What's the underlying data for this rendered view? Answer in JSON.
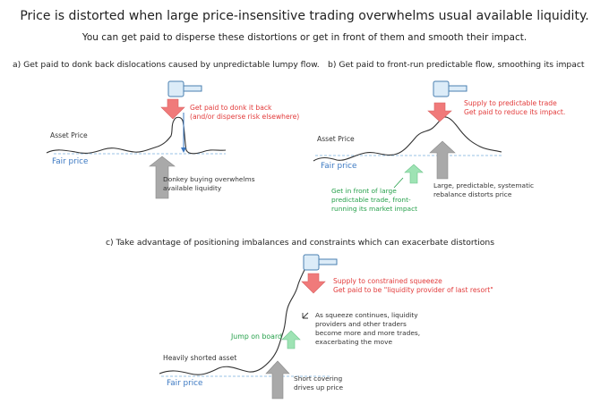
{
  "title": "Price is distorted when large price-insensitive trading overwhelms usual available liquidity.",
  "subtitle": "You can get paid to disperse these distortions or get in front of them and smooth their impact.",
  "panel_a": {
    "heading": "a)  Get paid to donk back dislocations caused by unpredictable lumpy flow.",
    "asset_price": "Asset Price",
    "fair_price": "Fair price",
    "red_note": [
      "Get paid to donk it back",
      "(and/or disperse risk elsewhere)"
    ],
    "gray_note": [
      "Donkey buying overwhelms",
      "available liquidity"
    ]
  },
  "panel_b": {
    "heading": "b)  Get paid to front-run predictable flow, smoothing its impact",
    "asset_price": "Asset Price",
    "fair_price": "Fair price",
    "red_note": [
      "Supply to predictable trade",
      "Get paid to reduce its impact."
    ],
    "gray_note": [
      "Large, predictable, systematic",
      "rebalance distorts price"
    ],
    "green_note": [
      "Get in front of large",
      "predictable trade, front-",
      "running its market impact"
    ]
  },
  "panel_c": {
    "heading": "c)  Take advantage of positioning imbalances and constraints which can exacerbate distortions",
    "asset_label": "Heavily shorted asset",
    "fair_price": "Fair price",
    "red_note": [
      "Supply to constrained squeeeze",
      "Get paid to be \"liquidity provider of last resort\""
    ],
    "dark_note": [
      "As squeeze continues, liquidity",
      "providers and other traders",
      "become more and more trades,",
      "exacerbating the move"
    ],
    "green_label": "Jump on board",
    "gray_note": [
      "Short covering",
      "drives up price"
    ]
  },
  "colors": {
    "red_arrow": "#f07a7a",
    "gray_arrow": "#a9a9a9",
    "green_arrow": "#9ee3b4",
    "hammer": "#dcecf8",
    "fair_price_line": "#9ac3e6",
    "red_text": "#e23b3b",
    "blue_text": "#3b78c2",
    "green_text": "#25a04a"
  }
}
